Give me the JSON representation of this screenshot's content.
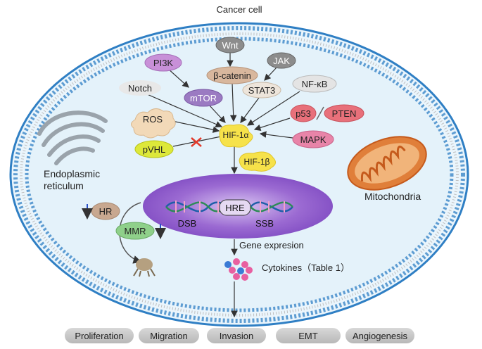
{
  "title": "Cancer cell",
  "organelles": {
    "er": "Endoplasmic reticulum",
    "er_line1": "Endoplasmic",
    "er_line2": "reticulum",
    "mitochondria": "Mitochondria"
  },
  "signals": {
    "wnt": "Wnt",
    "beta_catenin": "β-catenin",
    "pi3k": "PI3K",
    "jak": "JAK",
    "notch": "Notch",
    "mtor": "mTOR",
    "stat3": "STAT3",
    "nfkb": "NF-κB",
    "ros": "ROS",
    "p53": "p53",
    "pten": "PTEN",
    "pvhl": "pVHL",
    "mapk": "MAPK",
    "hif1a": "HIF-1α",
    "hif1b": "HIF-1β"
  },
  "nucleus": {
    "dsb": "DSB",
    "hre": "HRE",
    "ssb": "SSB"
  },
  "repair": {
    "hr": "HR",
    "mmr": "MMR"
  },
  "gene_expression": "Gene expresion",
  "cytokines": "Cytokines（Table 1）",
  "outcomes": [
    "Proliferation",
    "Migration",
    "Invasion",
    "EMT",
    "Angiogenesis"
  ],
  "colors": {
    "membrane": "#3f8fd0",
    "cytoplasm": "#e6f3fb",
    "nucleus": "#8a55c4",
    "hif": "#f6e24a",
    "inhibit": "#e23a2a"
  }
}
